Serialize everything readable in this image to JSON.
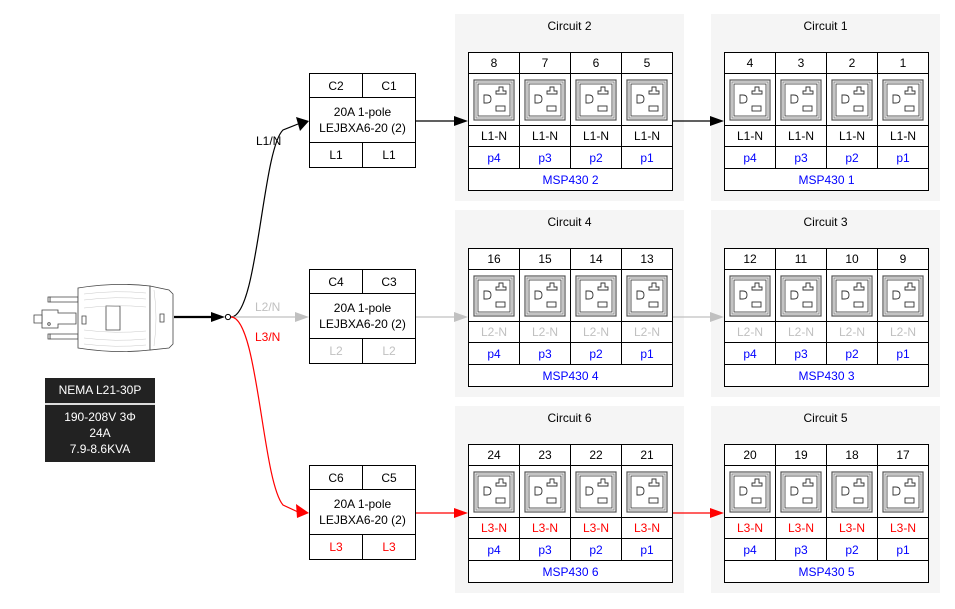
{
  "plug": {
    "name": "NEMA L21-30P",
    "specs": [
      "190-208V 3Φ",
      "24A",
      "7.9-8.6KVA"
    ],
    "icon": "twist-lock-plug-icon"
  },
  "colors": {
    "L1": "#000000",
    "L2": "#c0c0c0",
    "L3": "#ff0000",
    "port": "#0000ff",
    "cluster_bg": "#f5f5f5"
  },
  "phases": [
    {
      "id": "L1",
      "edge_label": "L1/N"
    },
    {
      "id": "L2",
      "edge_label": "L2/N"
    },
    {
      "id": "L3",
      "edge_label": "L3/N"
    }
  ],
  "breakers": [
    {
      "phase": "L1",
      "circuits": [
        "C2",
        "C1"
      ],
      "rating": "20A 1-pole",
      "model": "LEJBXA6-20 (2)",
      "phase_labels": [
        "L1",
        "L1"
      ]
    },
    {
      "phase": "L2",
      "circuits": [
        "C4",
        "C3"
      ],
      "rating": "20A 1-pole",
      "model": "LEJBXA6-20 (2)",
      "phase_labels": [
        "L2",
        "L2"
      ]
    },
    {
      "phase": "L3",
      "circuits": [
        "C6",
        "C5"
      ],
      "rating": "20A 1-pole",
      "model": "LEJBXA6-20 (2)",
      "phase_labels": [
        "L3",
        "L3"
      ]
    }
  ],
  "circuits": [
    {
      "title": "Circuit 2",
      "phase": "L1",
      "outlets": [
        "8",
        "7",
        "6",
        "5"
      ],
      "line": "L1-N",
      "ports": [
        "p4",
        "p3",
        "p2",
        "p1"
      ],
      "mcu": "MSP430 2"
    },
    {
      "title": "Circuit 1",
      "phase": "L1",
      "outlets": [
        "4",
        "3",
        "2",
        "1"
      ],
      "line": "L1-N",
      "ports": [
        "p4",
        "p3",
        "p2",
        "p1"
      ],
      "mcu": "MSP430 1"
    },
    {
      "title": "Circuit 4",
      "phase": "L2",
      "outlets": [
        "16",
        "15",
        "14",
        "13"
      ],
      "line": "L2-N",
      "ports": [
        "p4",
        "p3",
        "p2",
        "p1"
      ],
      "mcu": "MSP430 4"
    },
    {
      "title": "Circuit 3",
      "phase": "L2",
      "outlets": [
        "12",
        "11",
        "10",
        "9"
      ],
      "line": "L2-N",
      "ports": [
        "p4",
        "p3",
        "p2",
        "p1"
      ],
      "mcu": "MSP430 3"
    },
    {
      "title": "Circuit 6",
      "phase": "L3",
      "outlets": [
        "24",
        "23",
        "22",
        "21"
      ],
      "line": "L3-N",
      "ports": [
        "p4",
        "p3",
        "p2",
        "p1"
      ],
      "mcu": "MSP430 6"
    },
    {
      "title": "Circuit 5",
      "phase": "L3",
      "outlets": [
        "20",
        "19",
        "18",
        "17"
      ],
      "line": "L3-N",
      "ports": [
        "p4",
        "p3",
        "p2",
        "p1"
      ],
      "mcu": "MSP430 5"
    }
  ]
}
